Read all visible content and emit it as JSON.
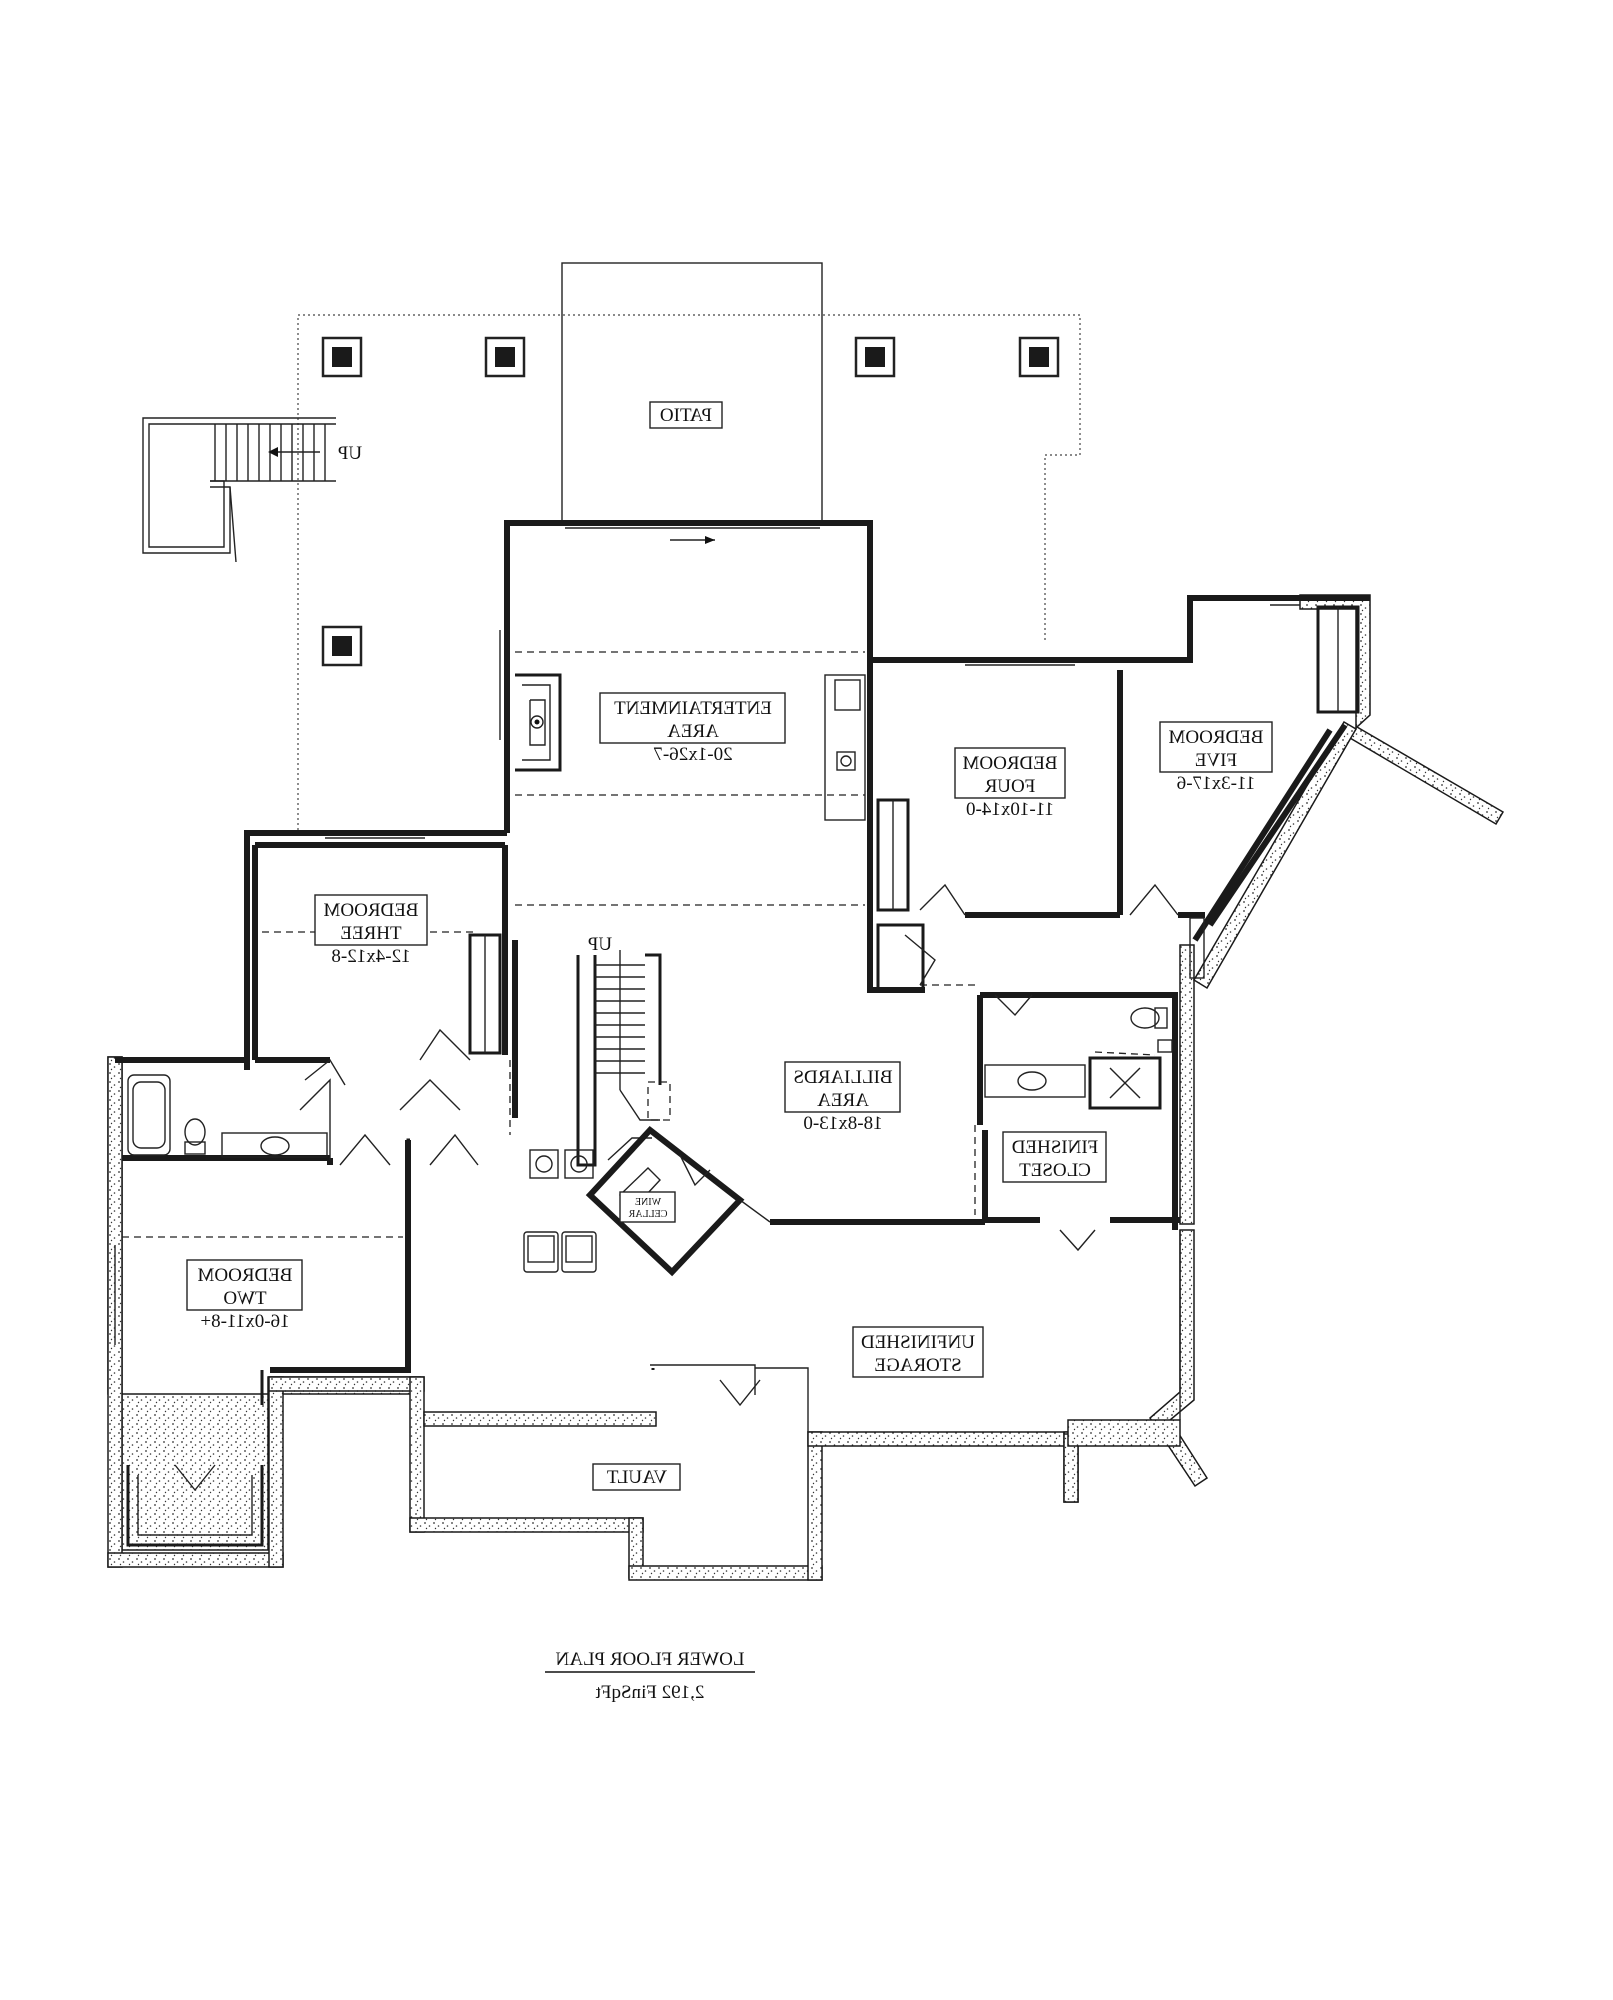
{
  "plan": {
    "title": "LOWER FLOOR PLAN",
    "subtitle": "2,192 FinSqFt",
    "colors": {
      "line": "#1a1a1a",
      "background": "#ffffff"
    }
  },
  "rooms": {
    "patio": {
      "name": "PATIO"
    },
    "entertainment": {
      "name_line1": "ENTERTAINMENT",
      "name_line2": "AREA",
      "size": "20-1x26-7"
    },
    "bedroom_four": {
      "name_line1": "BEDROOM",
      "name_line2": "FOUR",
      "size": "11-10x14-0"
    },
    "bedroom_five": {
      "name_line1": "BEDROOM",
      "name_line2": "FIVE",
      "size": "11-3x17-6"
    },
    "bedroom_three": {
      "name_line1": "BEDROOM",
      "name_line2": "THREE",
      "size": "12-4x12-8"
    },
    "billiards": {
      "name_line1": "BILLIARDS",
      "name_line2": "AREA",
      "size": "18-8x13-0"
    },
    "finished_closet": {
      "name_line1": "FINISHED",
      "name_line2": "CLOSET"
    },
    "wine_cellar": {
      "name_line1": "WINE",
      "name_line2": "CELLAR"
    },
    "bedroom_two": {
      "name_line1": "BEDROOM",
      "name_line2": "TWO",
      "size": "16-0x11-8+"
    },
    "unfinished_storage": {
      "name_line1": "UNFINISHED",
      "name_line2": "STORAGE"
    },
    "vault": {
      "name": "VAULT"
    }
  },
  "stairs": {
    "exterior_label": "UP",
    "interior_label": "UP"
  }
}
